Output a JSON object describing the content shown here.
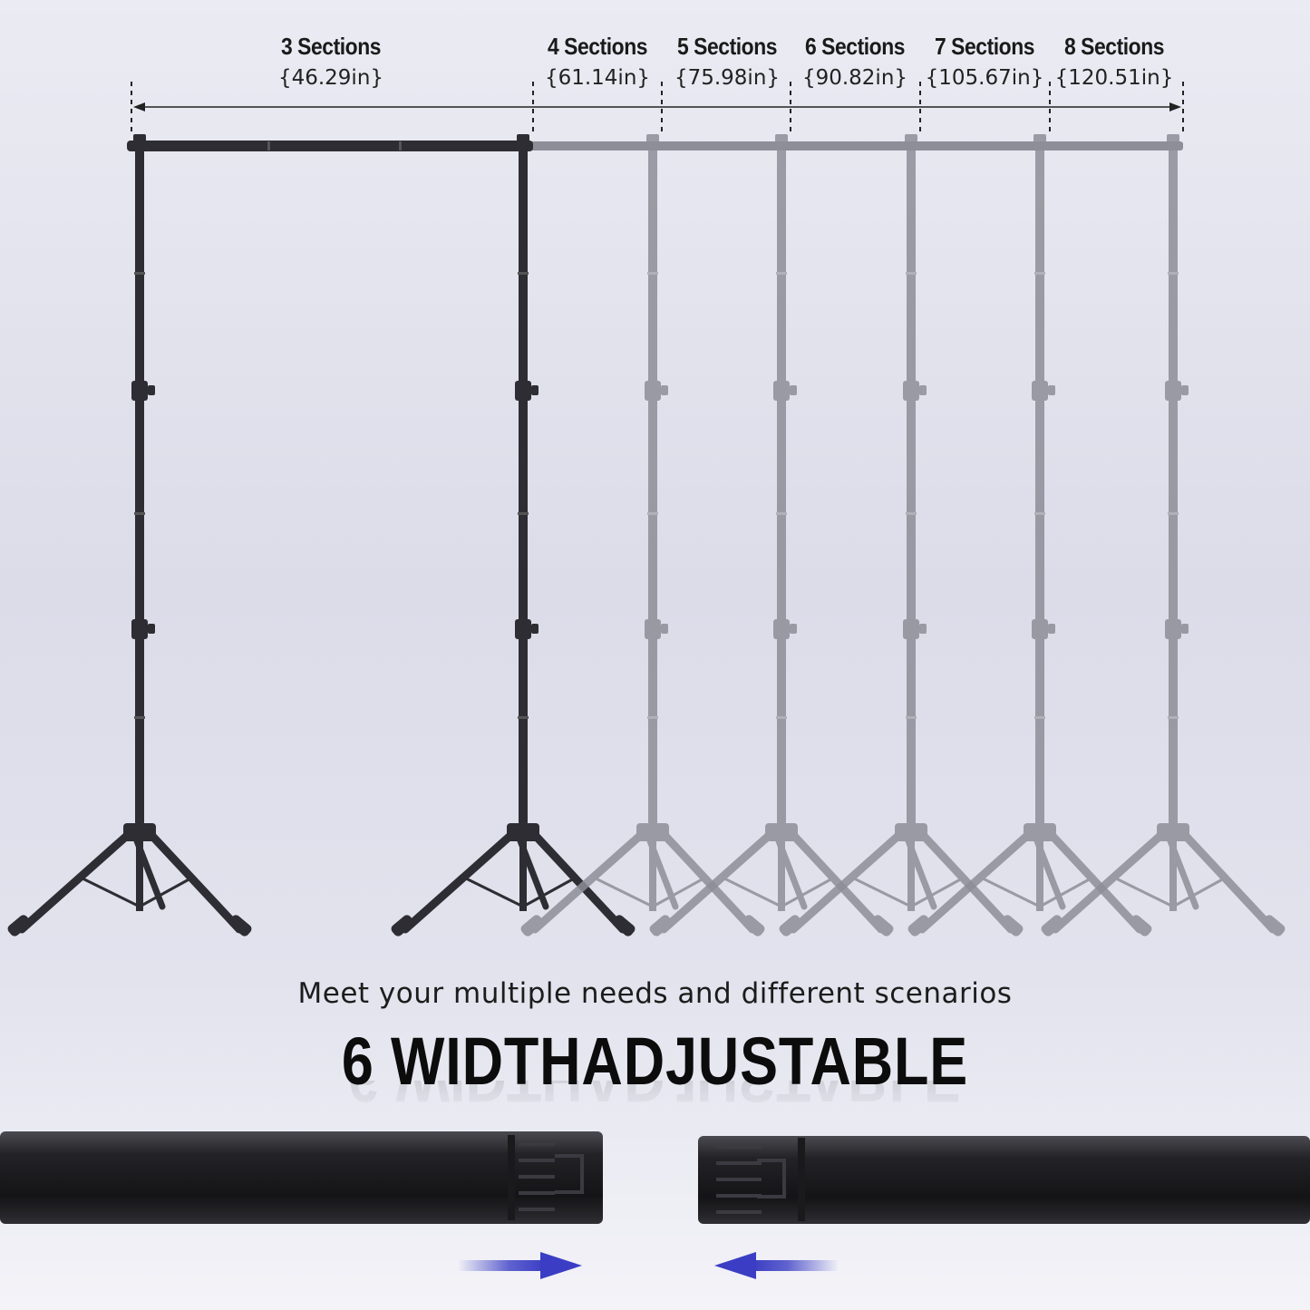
{
  "sections": [
    {
      "title": "3 Sections",
      "measure": "{46.29in}"
    },
    {
      "title": "4 Sections",
      "measure": "{61.14in}"
    },
    {
      "title": "5 Sections",
      "measure": "{75.98in}"
    },
    {
      "title": "6 Sections",
      "measure": "{90.82in}"
    },
    {
      "title": "7 Sections",
      "measure": "{105.67in}"
    },
    {
      "title": "8 Sections",
      "measure": "{120.51in}"
    }
  ],
  "tagline": "Meet your multiple needs and different scenarios",
  "headline": "6 WIDTHADJUSTABLE",
  "colors": {
    "stand_dark": "#2d2d33",
    "stand_ghost": "#8e8e98",
    "arrow_blue": "#3b3ec4",
    "tube": "#1b1b1e"
  },
  "icons": [
    "arrow-right-icon",
    "arrow-left-icon"
  ]
}
